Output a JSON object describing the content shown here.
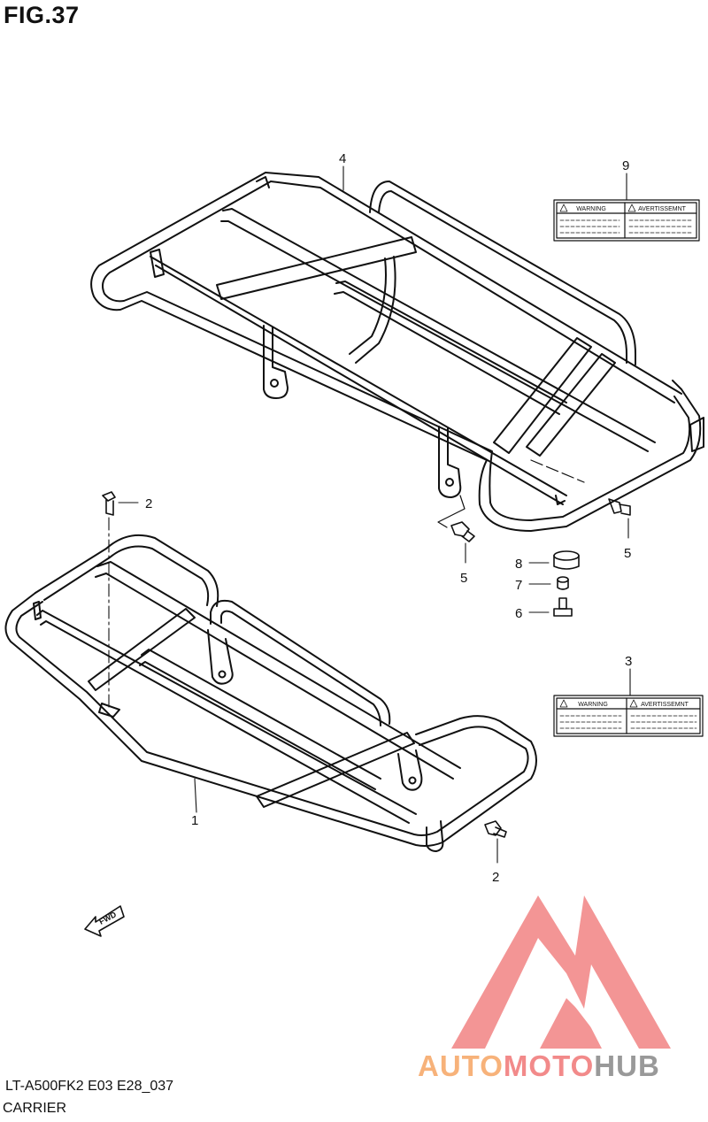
{
  "figure": {
    "title": "FIG.37",
    "model_code": "LT-A500FK2 E03 E28_037",
    "section_name": "CARRIER"
  },
  "callouts": [
    "1",
    "2",
    "2",
    "3",
    "4",
    "5",
    "5",
    "6",
    "7",
    "8",
    "9"
  ],
  "labels": {
    "warning_3": {
      "left": "WARNING",
      "right": "AVERTISSEMNT"
    },
    "warning_9": {
      "left": "WARNING",
      "right": "AVERTISSEMNT"
    }
  },
  "fwd_arrow": "FWD",
  "watermark": {
    "part1": "AUTO",
    "part2": "MOTO",
    "part3": "HUB",
    "color_part1": "#f7b27a",
    "color_part2": "#f28a8a",
    "color_part3": "#999999"
  },
  "colors": {
    "line": "#111111",
    "background": "#ffffff",
    "logo_red": "#f28a8a"
  }
}
